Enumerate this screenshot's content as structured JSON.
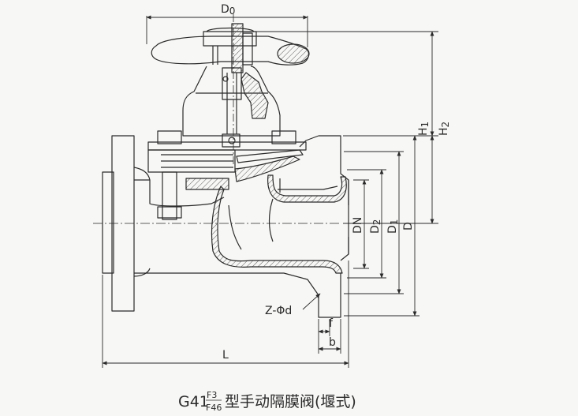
{
  "drawing": {
    "ink_color": "#2a2a2a",
    "paper_color": "#f7f7f5",
    "hatch_color": "#5a5a5a"
  },
  "dimensions": {
    "d0": "D",
    "d0_sub": "0",
    "h1": "H",
    "h1_sub": "1",
    "h2": "H",
    "h2_sub": "2",
    "dn": "DN",
    "d2": "D",
    "d2_sub": "2",
    "d1": "D",
    "d1_sub": "1",
    "d": "D",
    "z_phi_d": "Z-Φd",
    "f": "f",
    "b": "b",
    "l": "L"
  },
  "caption": {
    "model": "G41",
    "sup": "F3",
    "sub": "F46",
    "title": "型手动隔膜阀(堰式)"
  }
}
